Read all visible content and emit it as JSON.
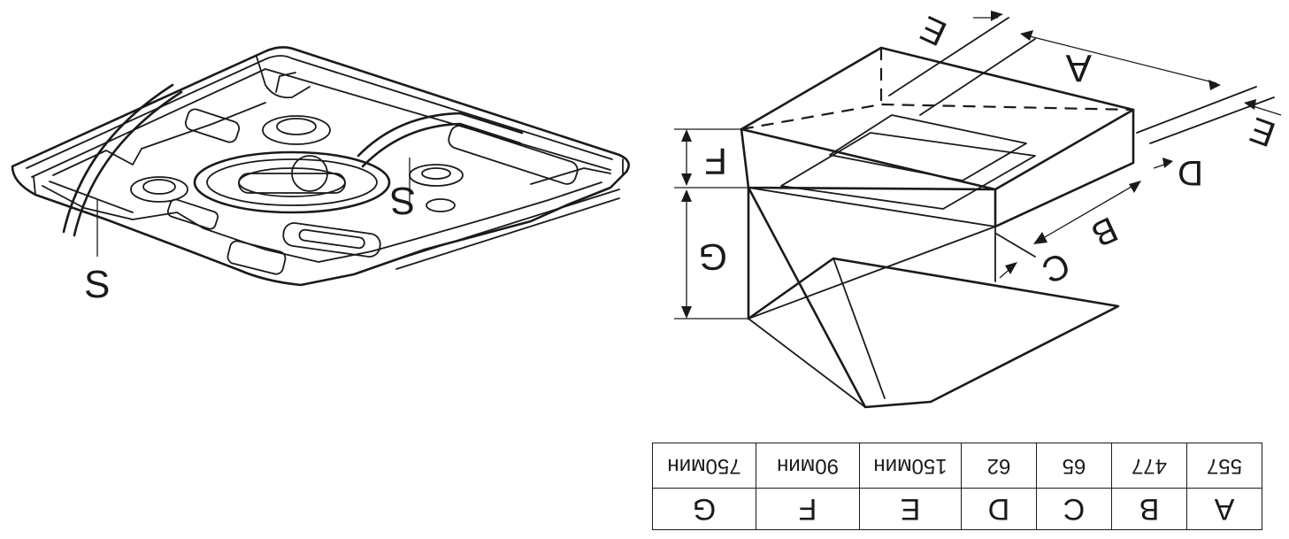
{
  "left_view": {
    "s_label_left": "S",
    "s_label_right": "S"
  },
  "right_view": {
    "labels": {
      "A": "A",
      "B": "B",
      "C": "C",
      "D": "D",
      "E_top": "E",
      "E_right": "E",
      "F": "F",
      "G": "G"
    }
  },
  "dimension_table": {
    "headers": [
      "A",
      "B",
      "C",
      "D",
      "E",
      "F",
      "G"
    ],
    "values": [
      "557",
      "477",
      "65",
      "62",
      "150мин",
      "90мин",
      "750мин"
    ]
  }
}
